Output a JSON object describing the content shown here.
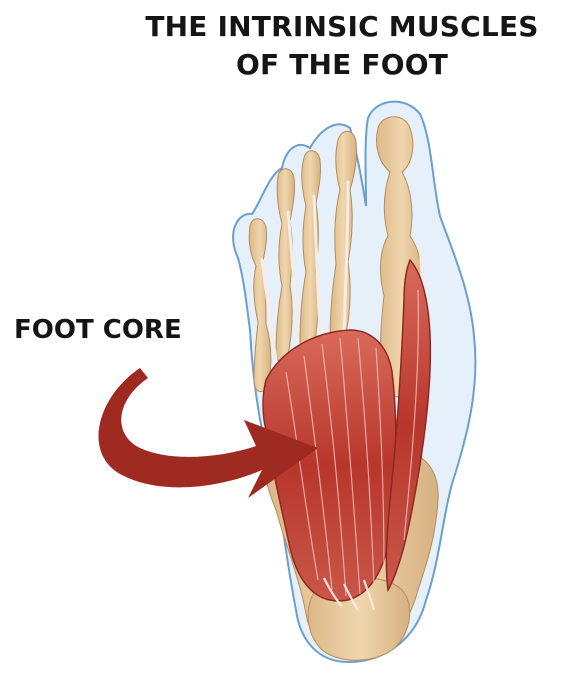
{
  "title": {
    "line1": "THE INTRINSIC MUSCLES",
    "line2": "OF THE FOOT"
  },
  "callout": {
    "label": "FOOT CORE"
  },
  "colors": {
    "text": "#151515",
    "arrow": "#9e2a22",
    "bone": "#e8c99a",
    "muscle": "#c4453a",
    "outline": "#6a9fd0",
    "skin": "#e6f0fa"
  },
  "icons": {
    "arrow": "curved-arrow-icon",
    "foot": "foot-anatomy-illustration"
  }
}
